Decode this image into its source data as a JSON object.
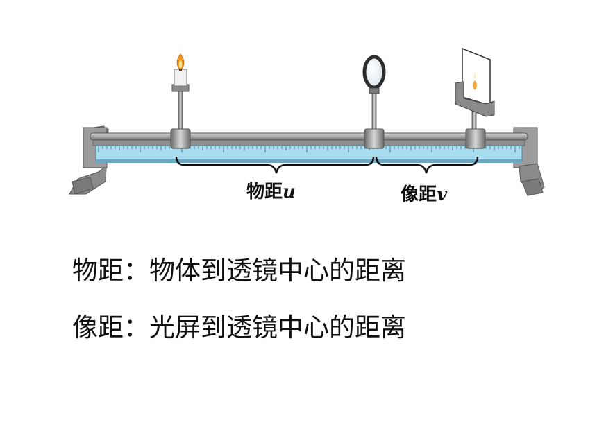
{
  "diagram": {
    "object_distance_label": "物距",
    "object_distance_symbol": "u",
    "image_distance_label": "像距",
    "image_distance_symbol": "v",
    "parts": [
      "candle-icon",
      "lens-icon",
      "screen-icon",
      "optical-bench"
    ]
  },
  "definitions": [
    {
      "text": "物距：物体到透镜中心的距离"
    },
    {
      "text": "像距：光屏到透镜中心的距离"
    }
  ],
  "colors": {
    "ruler": "#a8dcef",
    "rail": "#9a9a9a",
    "metal": "#7d7d7d",
    "flame": "#f29a1e"
  }
}
